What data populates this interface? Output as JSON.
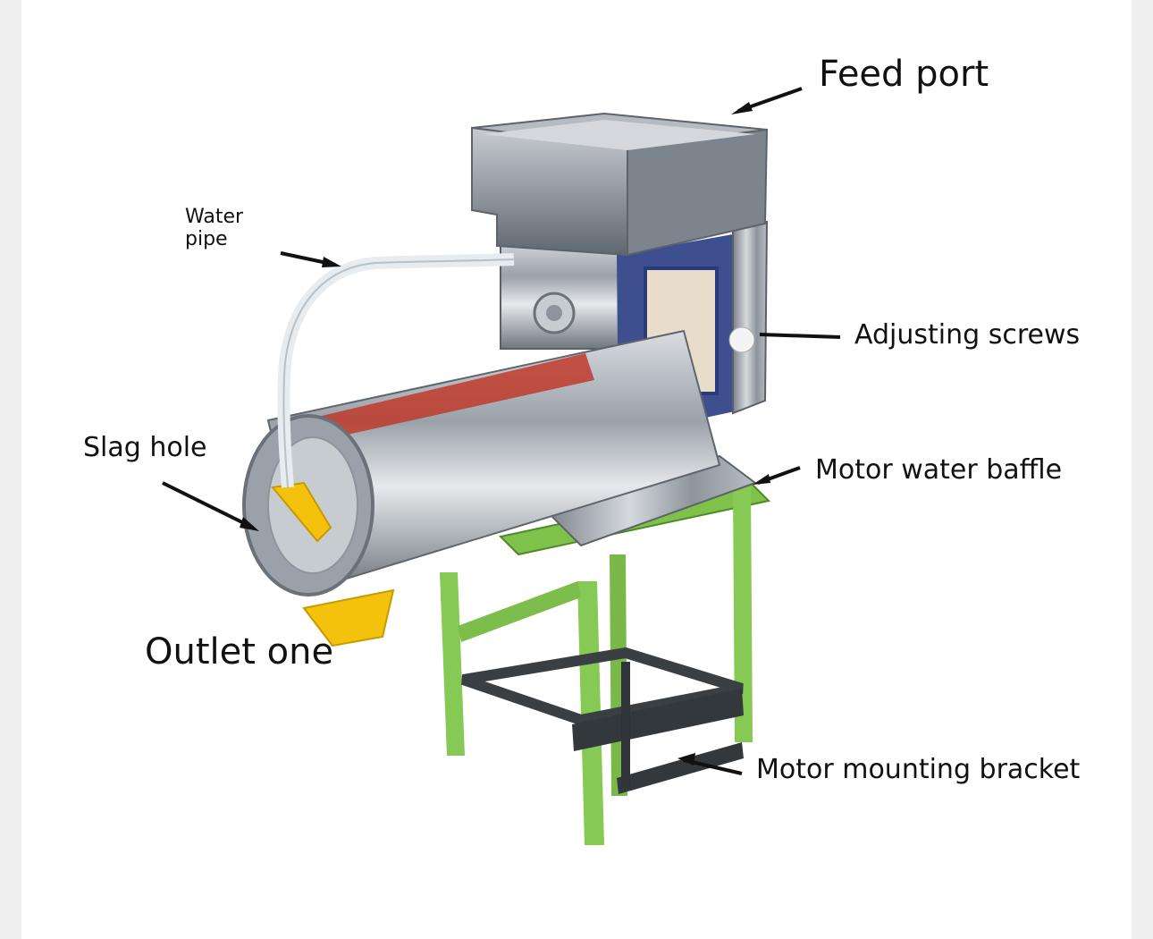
{
  "labels": {
    "feed_port": "Feed port",
    "water_pipe_line1": "Water",
    "water_pipe_line2": "pipe",
    "adjusting_screws": "Adjusting screws",
    "slag_hole": "Slag hole",
    "motor_water_baffle": "Motor water baffle",
    "outlet_one": "Outlet one",
    "motor_mounting_bracket": "Motor mounting bracket"
  }
}
